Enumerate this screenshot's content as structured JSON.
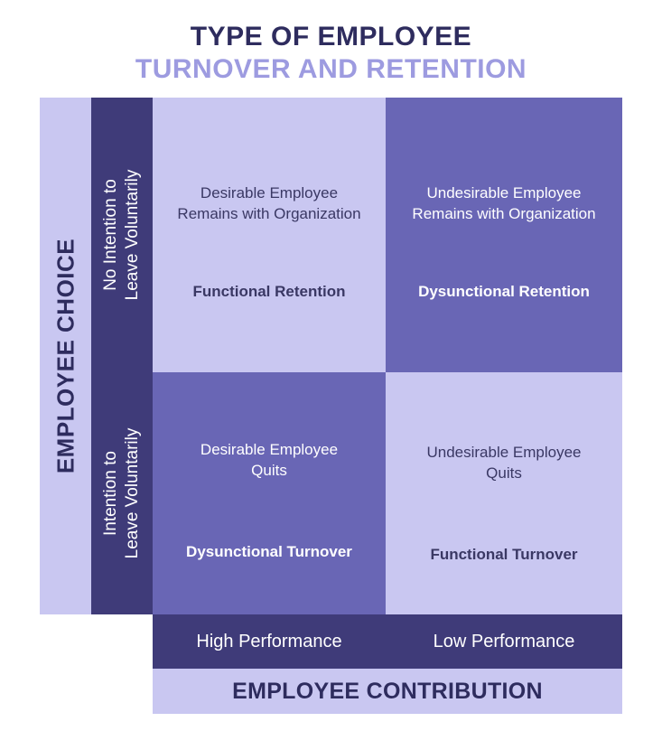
{
  "title": {
    "line1": "TYPE OF EMPLOYEE",
    "line2": "TURNOVER AND RETENTION"
  },
  "axes": {
    "y_title": "EMPLOYEE CHOICE",
    "x_title": "EMPLOYEE CONTRIBUTION",
    "rows": [
      {
        "line1": "No Intention to",
        "line2": "Leave Voluntarily"
      },
      {
        "line1": "Intention to",
        "line2": "Leave Voluntarily"
      }
    ],
    "columns": [
      "High Performance",
      "Low Performance"
    ]
  },
  "cells": [
    {
      "desc1": "Desirable Employee",
      "desc2": "Remains with Organization",
      "type": "Functional Retention"
    },
    {
      "desc1": "Undesirable Employee",
      "desc2": "Remains with Organization",
      "type": "Dysunctional Retention"
    },
    {
      "desc1": "Desirable Employee",
      "desc2": "Quits",
      "type": "Dysunctional Turnover"
    },
    {
      "desc1": "Undesirable Employee",
      "desc2": "Quits",
      "type": "Functional Turnover"
    }
  ],
  "colors": {
    "light": "#c9c7f1",
    "mid": "#6966b5",
    "dark": "#3f3b79",
    "title_dark": "#2e2c5e",
    "title_light": "#9d9be0"
  }
}
